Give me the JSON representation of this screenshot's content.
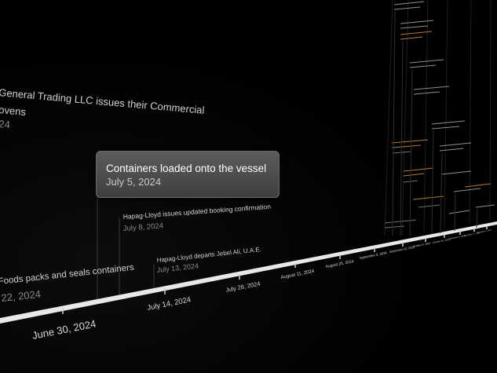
{
  "timeline": {
    "axis_ticks": [
      {
        "label": "June 30, 2024"
      },
      {
        "label": "July 14, 2024"
      },
      {
        "label": "July 28, 2024"
      },
      {
        "label": "August 11, 2024"
      },
      {
        "label": "August 25, 2024"
      },
      {
        "label": "September 8, 2024"
      },
      {
        "label": "September 22, 2024"
      },
      {
        "label": "October 6, 2024"
      },
      {
        "label": "October 20, 2024"
      },
      {
        "label": "November 3, 2024"
      },
      {
        "label": "November 17, 2024"
      },
      {
        "label": "December 1, 2024"
      }
    ],
    "events": [
      {
        "title": "General Trading LLC issues their Commercial",
        "title2": "ovens",
        "date": "24"
      },
      {
        "title": "Foods packs and seals containers",
        "date": "22, 2024"
      },
      {
        "title": "Hapag-Lloyd issues updated booking confirmation",
        "date": "July 8, 2024"
      },
      {
        "title": "Hapag-Lloyd departs Jebel Ali, U.A.E.",
        "date": "July 13, 2024"
      }
    ],
    "tooltip": {
      "title": "Containers loaded onto the vessel",
      "date": "July 5, 2024"
    }
  }
}
